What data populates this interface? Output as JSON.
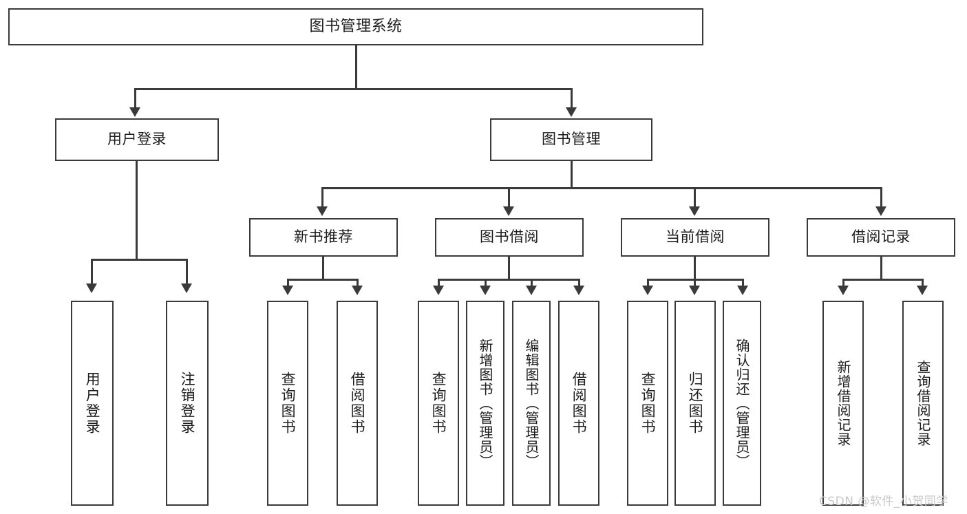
{
  "diagram": {
    "type": "tree-hierarchy",
    "title": "图书管理系统",
    "root": {
      "label": "图书管理系统"
    },
    "level2": [
      {
        "label": "用户登录"
      },
      {
        "label": "图书管理"
      }
    ],
    "level3": [
      {
        "label": "新书推荐"
      },
      {
        "label": "图书借阅"
      },
      {
        "label": "当前借阅"
      },
      {
        "label": "借阅记录"
      }
    ],
    "leaves": {
      "user_login": [
        {
          "label": "用户登录"
        },
        {
          "label": "注销登录"
        }
      ],
      "new_book_recommend": [
        {
          "label": "查询图书"
        },
        {
          "label": "借阅图书"
        }
      ],
      "book_borrow": [
        {
          "label": "查询图书"
        },
        {
          "label": "新增图书（管理员）"
        },
        {
          "label": "编辑图书（管理员）"
        },
        {
          "label": "借阅图书"
        }
      ],
      "current_borrow": [
        {
          "label": "查询图书"
        },
        {
          "label": "归还图书"
        },
        {
          "label": "确认归还（管理员）"
        }
      ],
      "borrow_record": [
        {
          "label": "新增借阅记录"
        },
        {
          "label": "查询借阅记录"
        }
      ]
    }
  },
  "watermark": {
    "text": "CSDN @软件_小贺同学"
  },
  "colors": {
    "stroke": "#3a3a3a",
    "background": "#ffffff",
    "text": "#1d1d1d",
    "watermark": "#c9c9c9"
  }
}
